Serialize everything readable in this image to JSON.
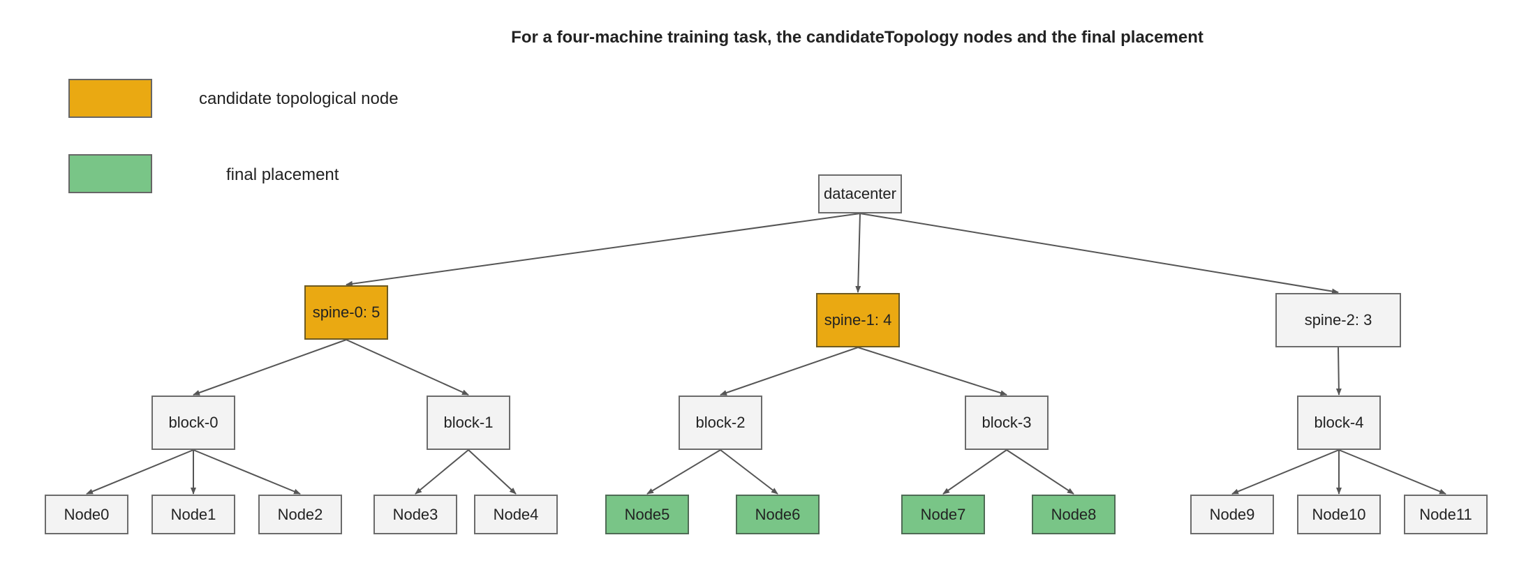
{
  "title": "For a four-machine training task, the candidateTopology nodes and the final placement",
  "legend": {
    "items": [
      {
        "label": "candidate topological node",
        "color": "#eaa912"
      },
      {
        "label": "final placement",
        "color": "#79c587"
      }
    ]
  },
  "colors": {
    "candidate": "#eaa912",
    "placement": "#79c587",
    "default": "#f3f3f3",
    "edge": "#555555"
  },
  "tree": {
    "root": {
      "label": "datacenter",
      "kind": "default"
    },
    "spines": [
      {
        "label": "spine-0: 5",
        "kind": "candidate"
      },
      {
        "label": "spine-1: 4",
        "kind": "candidate"
      },
      {
        "label": "spine-2: 3",
        "kind": "default"
      }
    ],
    "blocks": [
      {
        "label": "block-0",
        "kind": "default",
        "parent": 0
      },
      {
        "label": "block-1",
        "kind": "default",
        "parent": 0
      },
      {
        "label": "block-2",
        "kind": "default",
        "parent": 1
      },
      {
        "label": "block-3",
        "kind": "default",
        "parent": 1
      },
      {
        "label": "block-4",
        "kind": "default",
        "parent": 2
      }
    ],
    "nodes": [
      {
        "label": "Node0",
        "kind": "default",
        "parent": 0
      },
      {
        "label": "Node1",
        "kind": "default",
        "parent": 0
      },
      {
        "label": "Node2",
        "kind": "default",
        "parent": 0
      },
      {
        "label": "Node3",
        "kind": "default",
        "parent": 1
      },
      {
        "label": "Node4",
        "kind": "default",
        "parent": 1
      },
      {
        "label": "Node5",
        "kind": "placement",
        "parent": 2
      },
      {
        "label": "Node6",
        "kind": "placement",
        "parent": 2
      },
      {
        "label": "Node7",
        "kind": "placement",
        "parent": 3
      },
      {
        "label": "Node8",
        "kind": "placement",
        "parent": 3
      },
      {
        "label": "Node9",
        "kind": "default",
        "parent": 4
      },
      {
        "label": "Node10",
        "kind": "default",
        "parent": 4
      },
      {
        "label": "Node11",
        "kind": "default",
        "parent": 4
      }
    ]
  }
}
